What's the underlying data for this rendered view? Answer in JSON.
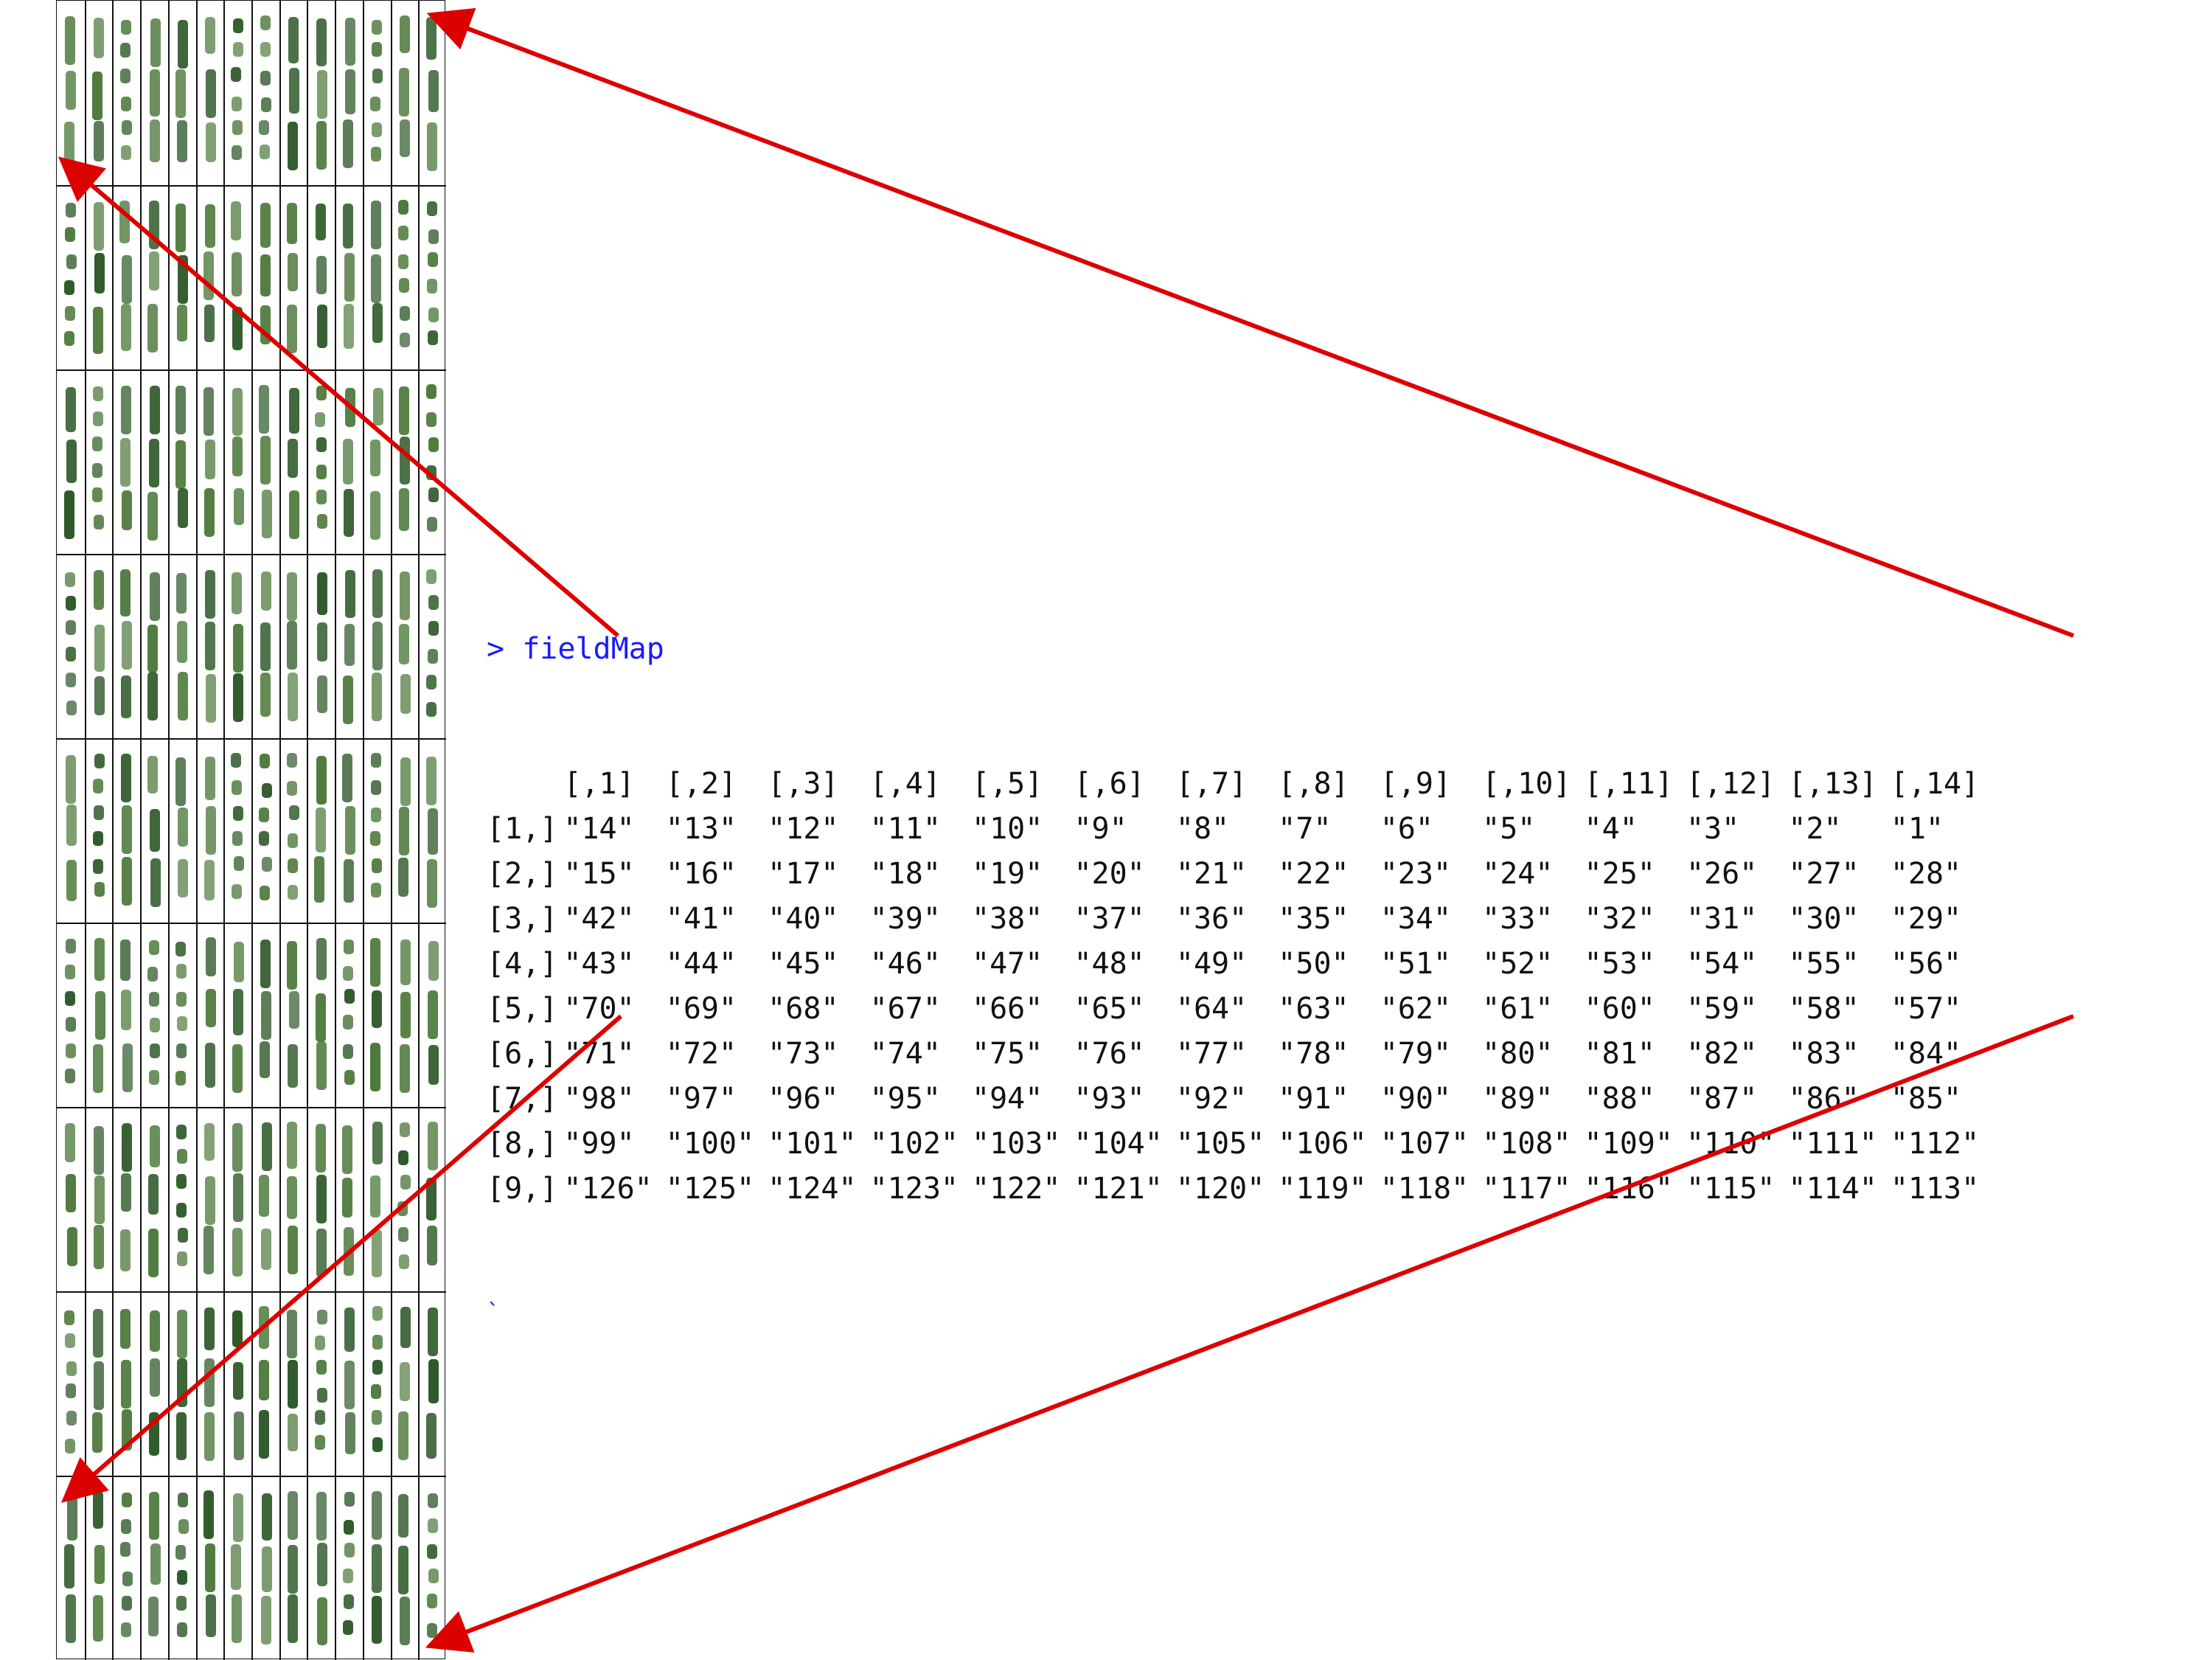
{
  "console": {
    "prompt": ">",
    "command": "fieldMap",
    "col_headers": [
      "[,1]",
      "[,2]",
      "[,3]",
      "[,4]",
      "[,5]",
      "[,6]",
      "[,7]",
      "[,8]",
      "[,9]",
      "[,10]",
      "[,11]",
      "[,12]",
      "[,13]",
      "[,14]"
    ],
    "rows": [
      {
        "label": "[1,]",
        "cells": [
          "\"14\"",
          "\"13\"",
          "\"12\"",
          "\"11\"",
          "\"10\"",
          "\"9\"",
          "\"8\"",
          "\"7\"",
          "\"6\"",
          "\"5\"",
          "\"4\"",
          "\"3\"",
          "\"2\"",
          "\"1\""
        ]
      },
      {
        "label": "[2,]",
        "cells": [
          "\"15\"",
          "\"16\"",
          "\"17\"",
          "\"18\"",
          "\"19\"",
          "\"20\"",
          "\"21\"",
          "\"22\"",
          "\"23\"",
          "\"24\"",
          "\"25\"",
          "\"26\"",
          "\"27\"",
          "\"28\""
        ]
      },
      {
        "label": "[3,]",
        "cells": [
          "\"42\"",
          "\"41\"",
          "\"40\"",
          "\"39\"",
          "\"38\"",
          "\"37\"",
          "\"36\"",
          "\"35\"",
          "\"34\"",
          "\"33\"",
          "\"32\"",
          "\"31\"",
          "\"30\"",
          "\"29\""
        ]
      },
      {
        "label": "[4,]",
        "cells": [
          "\"43\"",
          "\"44\"",
          "\"45\"",
          "\"46\"",
          "\"47\"",
          "\"48\"",
          "\"49\"",
          "\"50\"",
          "\"51\"",
          "\"52\"",
          "\"53\"",
          "\"54\"",
          "\"55\"",
          "\"56\""
        ]
      },
      {
        "label": "[5,]",
        "cells": [
          "\"70\"",
          "\"69\"",
          "\"68\"",
          "\"67\"",
          "\"66\"",
          "\"65\"",
          "\"64\"",
          "\"63\"",
          "\"62\"",
          "\"61\"",
          "\"60\"",
          "\"59\"",
          "\"58\"",
          "\"57\""
        ]
      },
      {
        "label": "[6,]",
        "cells": [
          "\"71\"",
          "\"72\"",
          "\"73\"",
          "\"74\"",
          "\"75\"",
          "\"76\"",
          "\"77\"",
          "\"78\"",
          "\"79\"",
          "\"80\"",
          "\"81\"",
          "\"82\"",
          "\"83\"",
          "\"84\""
        ]
      },
      {
        "label": "[7,]",
        "cells": [
          "\"98\"",
          "\"97\"",
          "\"96\"",
          "\"95\"",
          "\"94\"",
          "\"93\"",
          "\"92\"",
          "\"91\"",
          "\"90\"",
          "\"89\"",
          "\"88\"",
          "\"87\"",
          "\"86\"",
          "\"85\""
        ]
      },
      {
        "label": "[8,]",
        "cells": [
          "\"99\"",
          "\"100\"",
          "\"101\"",
          "\"102\"",
          "\"103\"",
          "\"104\"",
          "\"105\"",
          "\"106\"",
          "\"107\"",
          "\"108\"",
          "\"109\"",
          "\"110\"",
          "\"111\"",
          "\"112\""
        ]
      },
      {
        "label": "[9,]",
        "cells": [
          "\"126\"",
          "\"125\"",
          "\"124\"",
          "\"123\"",
          "\"122\"",
          "\"121\"",
          "\"120\"",
          "\"119\"",
          "\"118\"",
          "\"117\"",
          "\"116\"",
          "\"115\"",
          "\"114\"",
          "\"113\""
        ]
      }
    ],
    "trailing": "`"
  },
  "colors": {
    "command": "#1a1aff",
    "text": "#111111",
    "arrow": "#dd0000",
    "vegetation": "#2f5a2a",
    "vegetation_light": "#4e7a3c"
  },
  "field": {
    "plot_columns": 14,
    "plot_rows": 9
  }
}
